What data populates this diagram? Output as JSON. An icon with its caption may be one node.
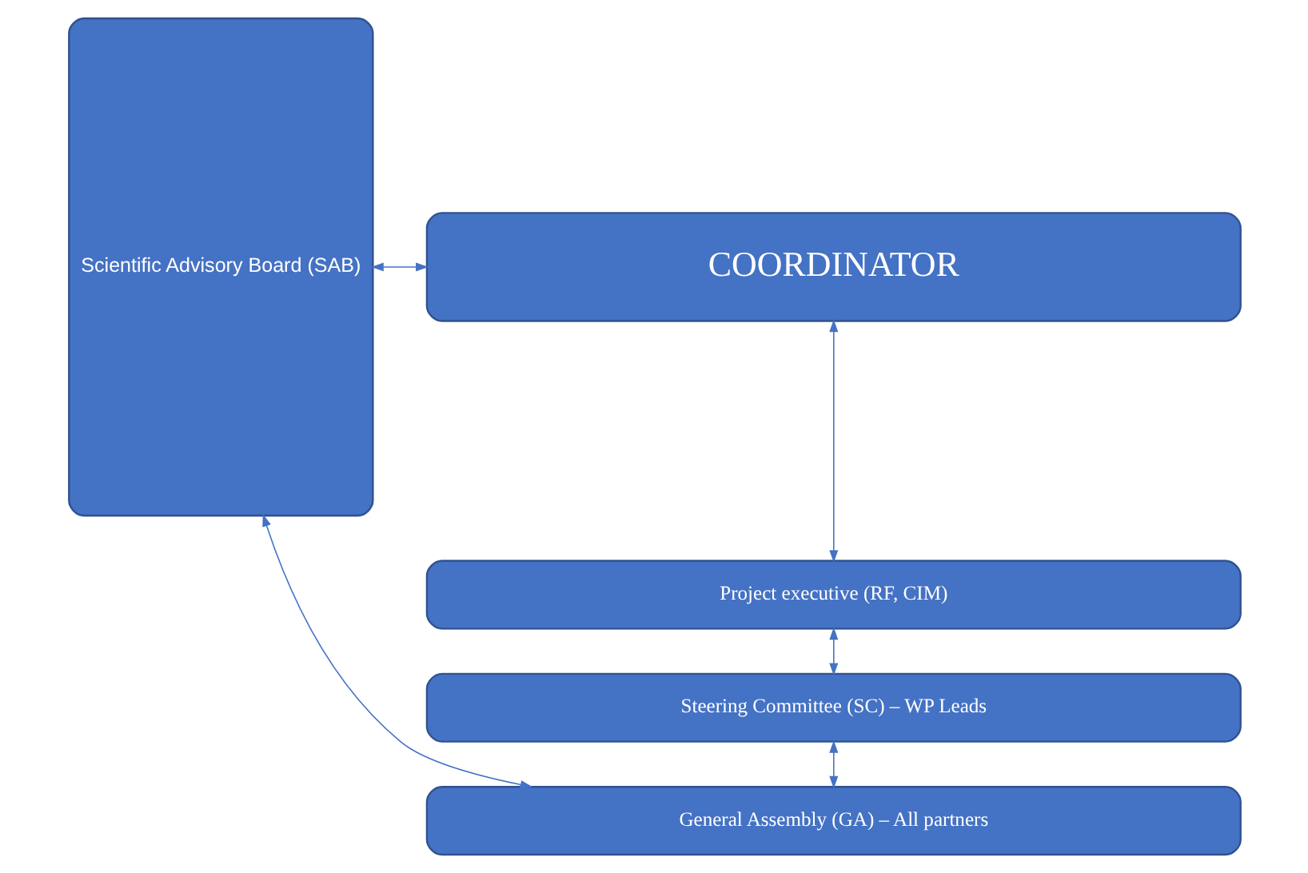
{
  "diagram": {
    "nodes": [
      {
        "text": [
          "Scientific Advisory Board (SAB)"
        ]
      },
      {
        "text": [
          "COORDINATOR"
        ]
      },
      {
        "text": [
          "Project executive (RF, CIM)"
        ]
      },
      {
        "text": [
          "Steering Committee (SC) – WP Leads"
        ]
      },
      {
        "text": [
          "General Assembly (GA) – All partners"
        ]
      }
    ],
    "edges": [
      {
        "from": 0,
        "to": 1,
        "arrow": "both"
      },
      {
        "from": 1,
        "to": 2,
        "arrow": "both"
      },
      {
        "from": 2,
        "to": 3,
        "arrow": "both"
      },
      {
        "from": 3,
        "to": 4,
        "arrow": "both"
      },
      {
        "from": 0,
        "to": 4,
        "arrow": "both"
      }
    ]
  }
}
